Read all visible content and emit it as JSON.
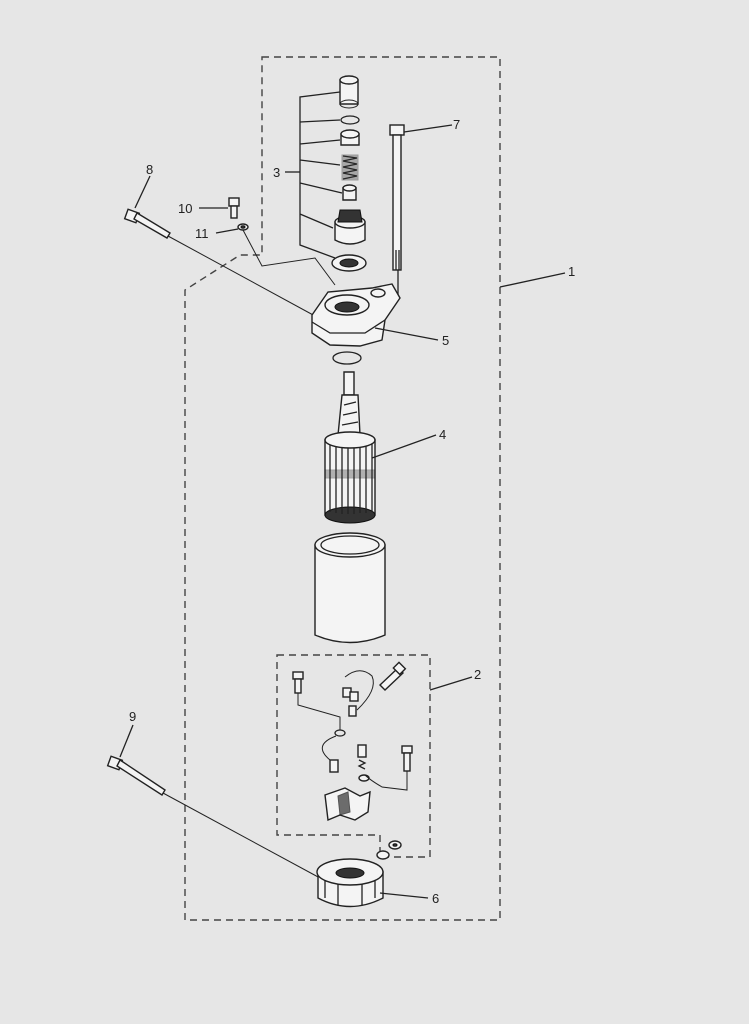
{
  "callouts": {
    "c1": "1",
    "c2": "2",
    "c3": "3",
    "c4": "4",
    "c5": "5",
    "c6": "6",
    "c7": "7",
    "c8": "8",
    "c9": "9",
    "c10": "10",
    "c11": "11"
  },
  "colors": {
    "background": "#e6e6e6",
    "line": "#222222"
  }
}
